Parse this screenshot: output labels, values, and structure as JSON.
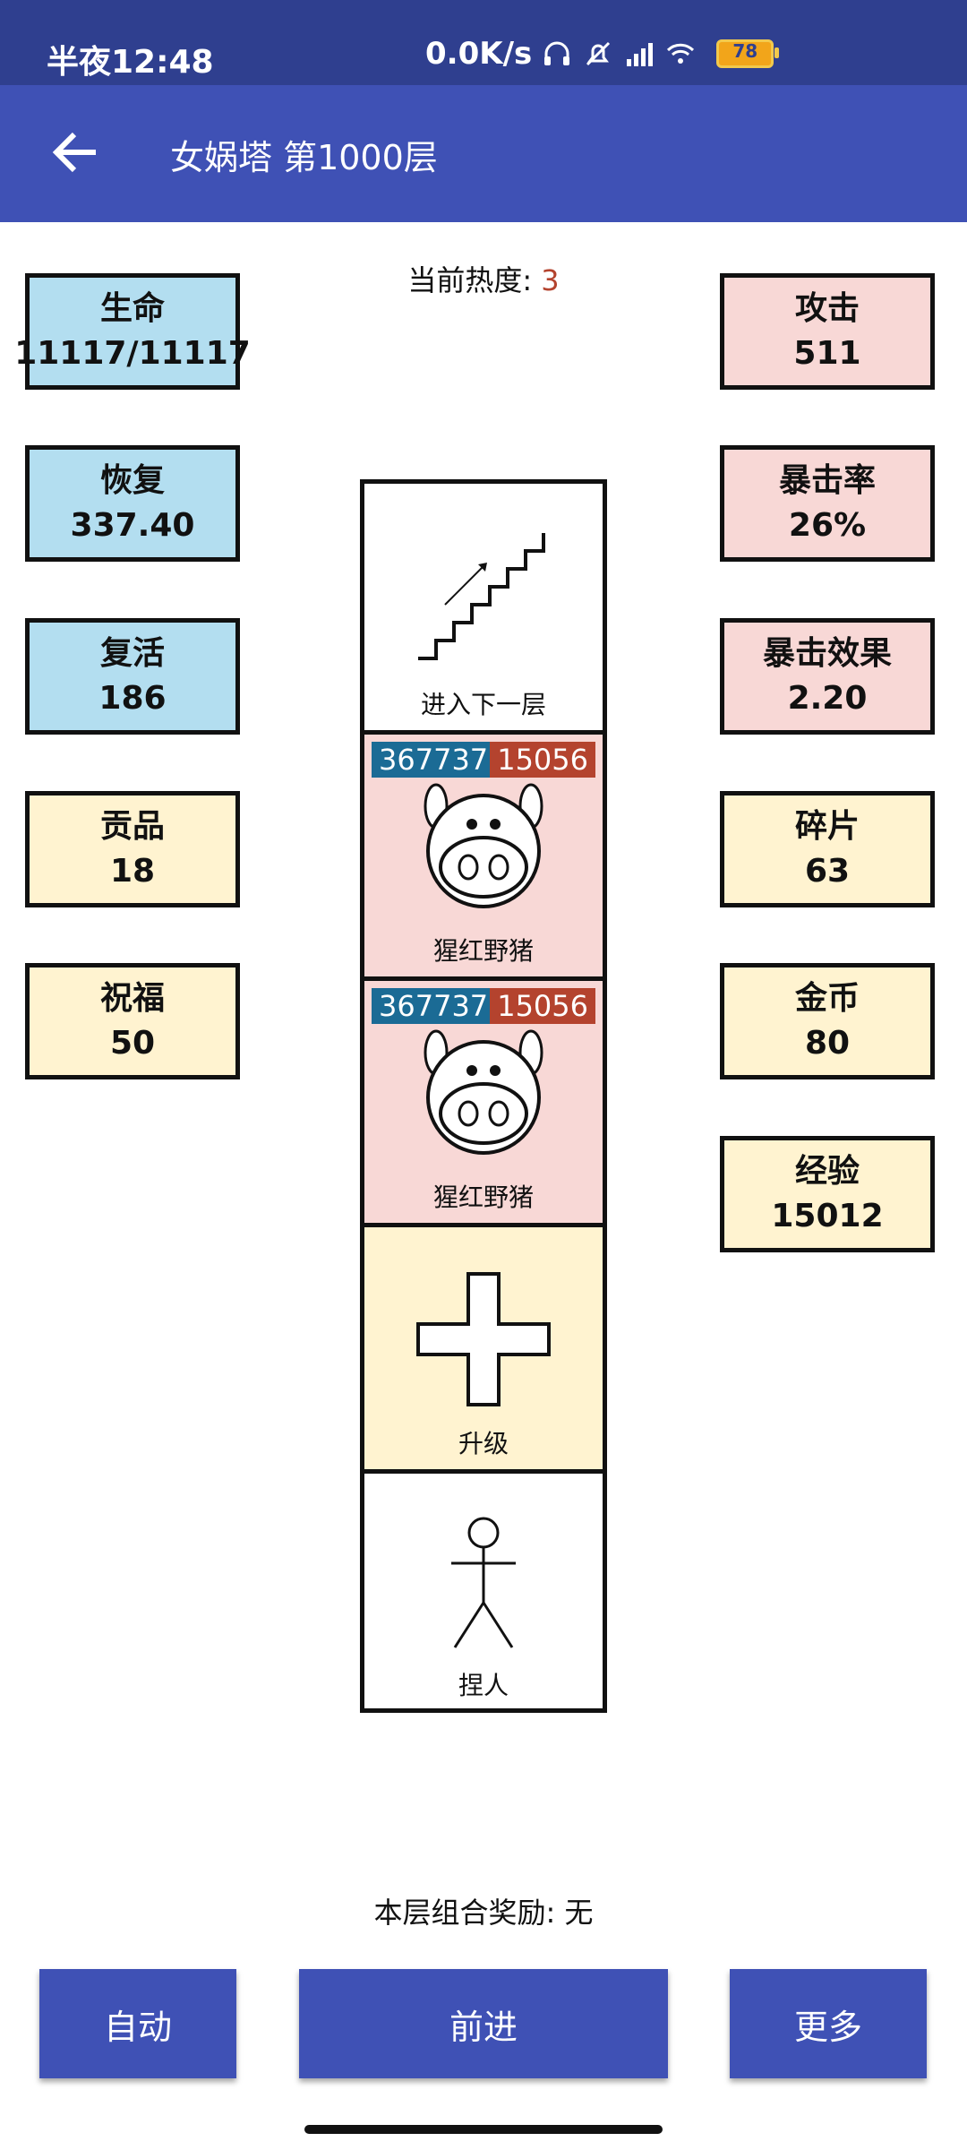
{
  "status": {
    "time": "半夜12:48",
    "speed": "0.0K/s",
    "battery": "78"
  },
  "appbar": {
    "title": "女娲塔 第1000层"
  },
  "heat": {
    "label": "当前热度: ",
    "value": "3"
  },
  "stats_left": [
    {
      "label": "生命",
      "value": "11117/11117",
      "color": "#b3def0"
    },
    {
      "label": "恢复",
      "value": "337.40",
      "color": "#b3def0"
    },
    {
      "label": "复活",
      "value": "186",
      "color": "#b3def0"
    },
    {
      "label": "贡品",
      "value": "18",
      "color": "#fff3d0"
    },
    {
      "label": "祝福",
      "value": "50",
      "color": "#fff3d0"
    }
  ],
  "stats_right": [
    {
      "label": "攻击",
      "value": "511",
      "color": "#f8d8d6"
    },
    {
      "label": "暴击率",
      "value": "26%",
      "color": "#f8d8d6"
    },
    {
      "label": "暴击效果",
      "value": "2.20",
      "color": "#f8d8d6"
    },
    {
      "label": "碎片",
      "value": "63",
      "color": "#fff3d0"
    },
    {
      "label": "金币",
      "value": "80",
      "color": "#fff3d0"
    },
    {
      "label": "经验",
      "value": "15012",
      "color": "#fff3d0"
    }
  ],
  "tower": {
    "stairs": {
      "label": "进入下一层",
      "icon": "stairs-icon"
    },
    "monsters": [
      {
        "name": "猩红野猪",
        "hp": "367737",
        "atk": "15056",
        "icon": "boar-icon"
      },
      {
        "name": "猩红野猪",
        "hp": "367737",
        "atk": "15056",
        "icon": "boar-icon"
      }
    ],
    "upgrade": {
      "label": "升级",
      "icon": "plus-icon"
    },
    "person": {
      "label": "捏人",
      "icon": "stick-figure-icon"
    }
  },
  "reward": {
    "text": "本层组合奖励: 无"
  },
  "buttons": {
    "auto": "自动",
    "forward": "前进",
    "more": "更多"
  },
  "colors": {
    "appbar": "#3f51b5",
    "statusbar": "#2f3f8f",
    "monster_bg": "#f8d8d6",
    "upgrade_bg": "#fff3d0",
    "hp_badge": "#1b6b95",
    "atk_badge": "#b4432e"
  }
}
